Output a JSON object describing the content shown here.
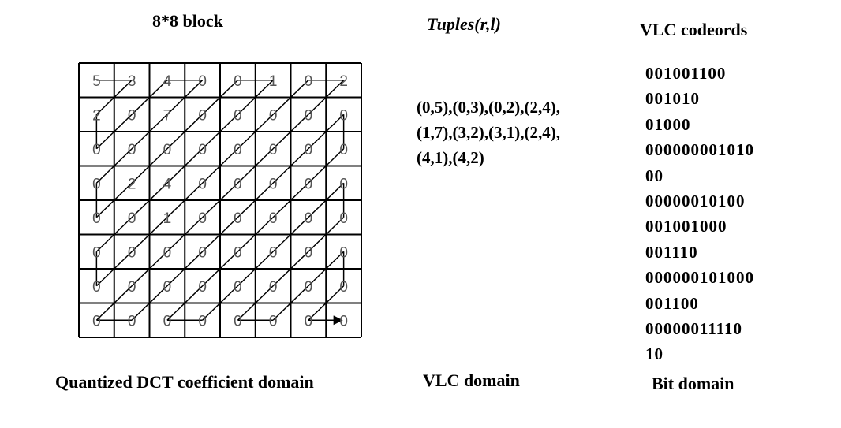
{
  "titles": {
    "block": "8*8 block",
    "tuples": "Tuples(r,l)",
    "vlc_codewords": "VLC codeords"
  },
  "block_values": [
    [
      5,
      3,
      4,
      0,
      0,
      1,
      0,
      2
    ],
    [
      2,
      0,
      7,
      0,
      0,
      0,
      0,
      0
    ],
    [
      0,
      0,
      0,
      0,
      0,
      0,
      0,
      0
    ],
    [
      0,
      2,
      4,
      0,
      0,
      0,
      0,
      0
    ],
    [
      0,
      0,
      1,
      0,
      0,
      0,
      0,
      0
    ],
    [
      0,
      0,
      0,
      0,
      0,
      0,
      0,
      0
    ],
    [
      0,
      0,
      0,
      0,
      0,
      0,
      0,
      0
    ],
    [
      0,
      0,
      0,
      0,
      0,
      0,
      0,
      0
    ]
  ],
  "tuples_lines": [
    "(0,5),(0,3),(0,2),(2,4),",
    "(1,7),(3,2),(3,1),(2,4),",
    "(4,1),(4,2)"
  ],
  "codewords": [
    "001001100",
    "001010",
    "01000",
    "000000001010",
    "00",
    "00000010100",
    "001001000",
    "001110",
    "000000101000",
    "001100",
    "00000011110",
    "10"
  ],
  "footers": {
    "dct_domain": "Quantized DCT coefficient domain",
    "vlc_domain": "VLC domain",
    "bit_domain": "Bit domain"
  }
}
